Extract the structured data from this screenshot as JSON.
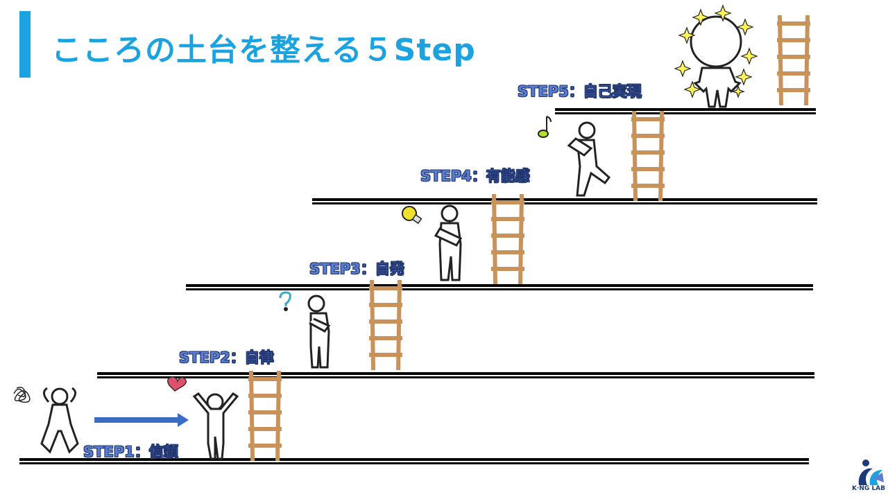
{
  "title": "こころの土台を整える５Step",
  "steps": [
    {
      "label": "STEP1：信頼"
    },
    {
      "label": "STEP2：自律"
    },
    {
      "label": "STEP3：自発"
    },
    {
      "label": "STEP4：有能感"
    },
    {
      "label": "STEP5：自己実現"
    }
  ],
  "logo": {
    "text": "K·NG LAB"
  },
  "icons": [
    "tangle-icon",
    "heart-icon",
    "question-mark-icon",
    "light-bulb-icon",
    "music-note-icon",
    "sparkle-icon",
    "ladder-icon",
    "arrow-icon"
  ],
  "colors": {
    "title": "#1aa3e0",
    "step_label": "#5b7fd0",
    "ladder": "#c8925a",
    "arrow": "#3b6bc4",
    "heart": "#e0506a",
    "bulb": "#f2e12a",
    "note": "#b4e02a"
  }
}
